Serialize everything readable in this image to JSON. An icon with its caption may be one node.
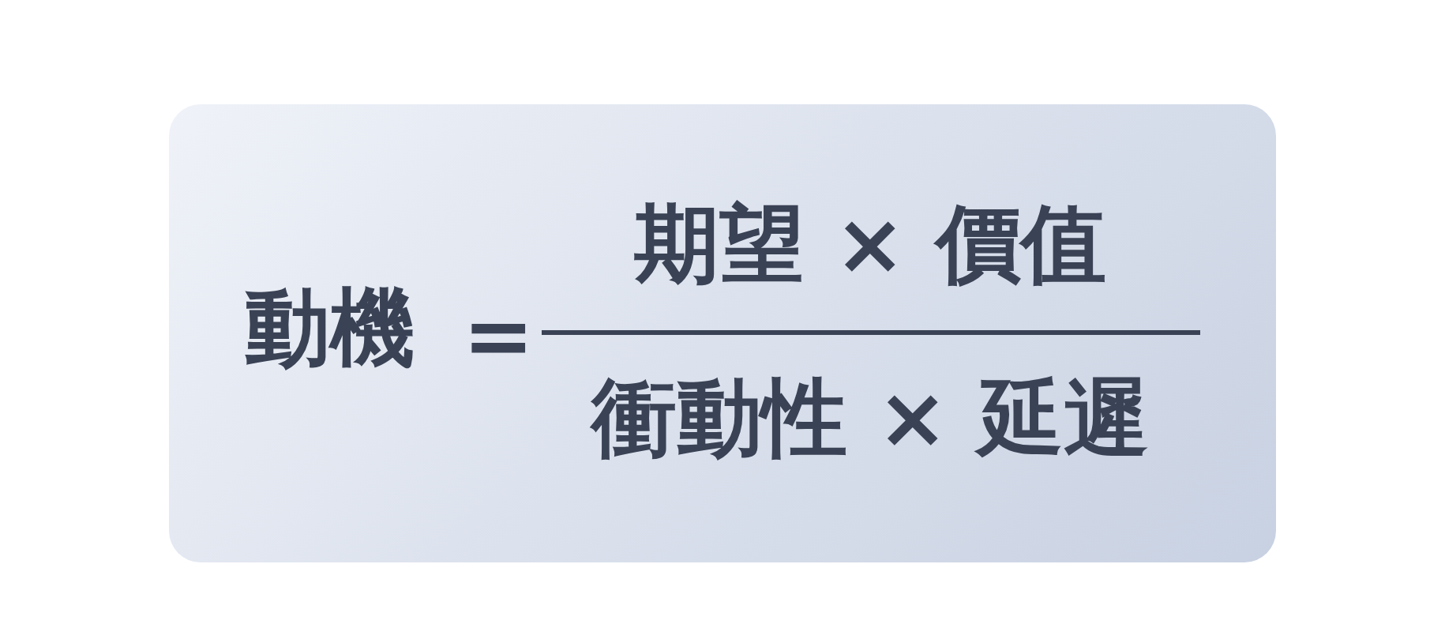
{
  "diagram": {
    "nodes": [
      {
        "text": [
          "動機",
          "=",
          "期望 × 價值",
          "衝動性 × 延遲"
        ]
      }
    ]
  }
}
